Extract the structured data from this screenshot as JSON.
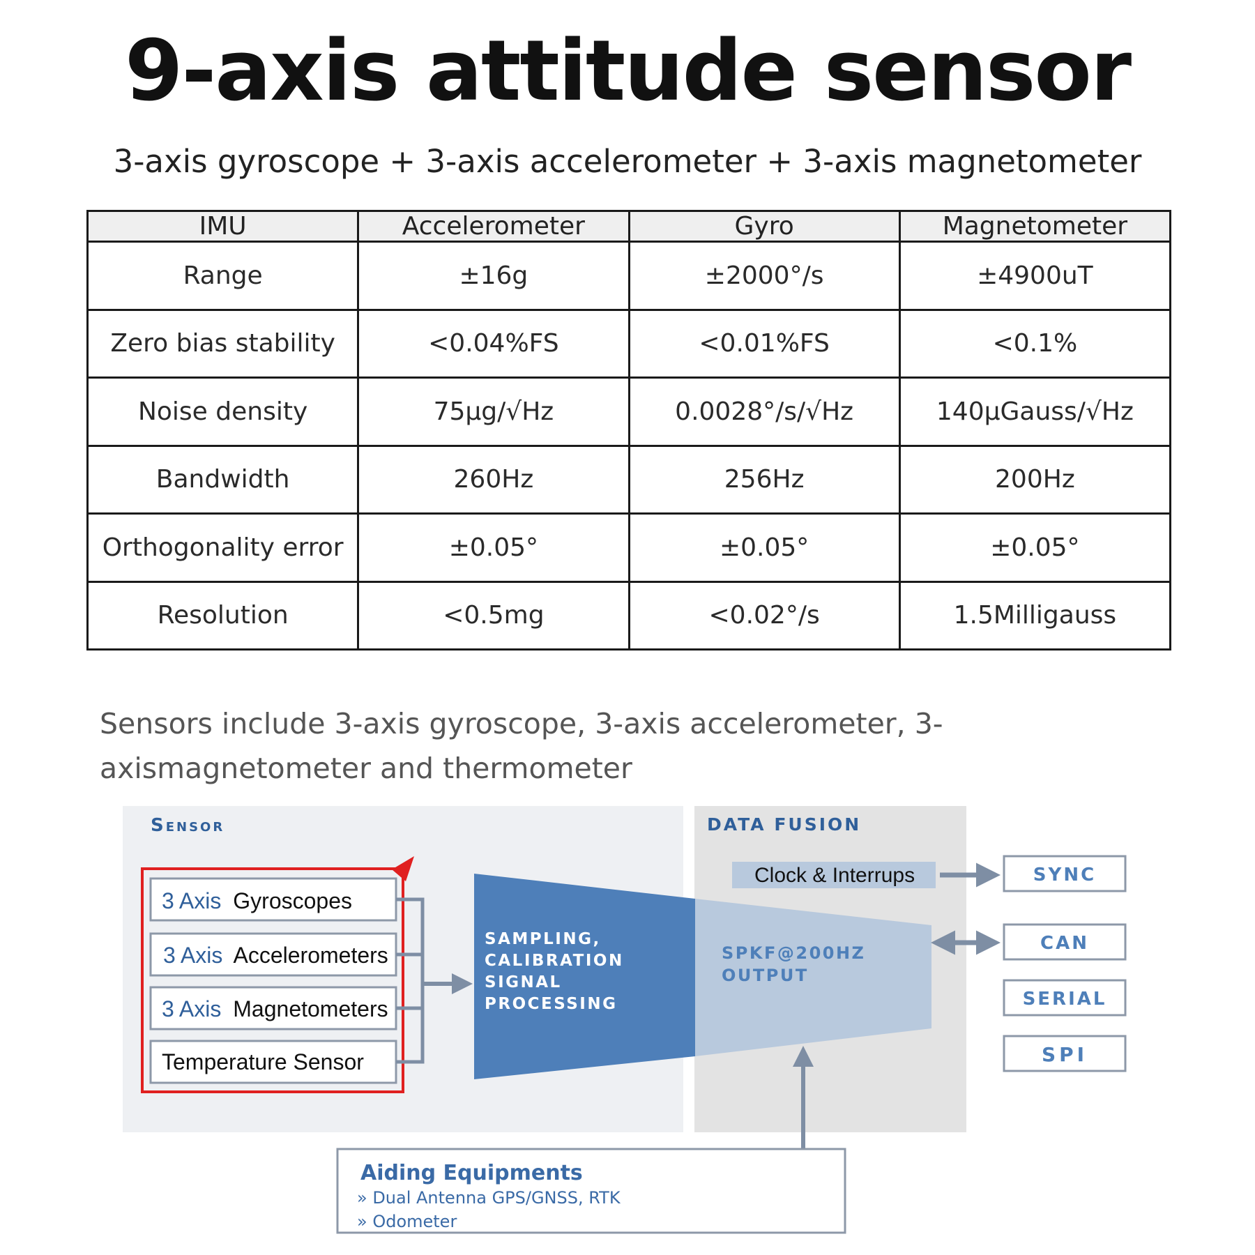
{
  "page": {
    "title": "9-axis attitude sensor",
    "subtitle": "3-axis gyroscope + 3-axis accelerometer + 3-axis magnetometer"
  },
  "table": {
    "headers": [
      "IMU",
      "Accelerometer",
      "Gyro",
      "Magnetometer"
    ],
    "rows": [
      [
        "Range",
        "±16g",
        "±2000°/s",
        "±4900uT"
      ],
      [
        "Zero bias stability",
        "<0.04%FS",
        "<0.01%FS",
        "<0.1%"
      ],
      [
        "Noise density",
        "75μg/√Hz",
        "0.0028°/s/√Hz",
        "140μGauss/√Hz"
      ],
      [
        "Bandwidth",
        "260Hz",
        "256Hz",
        "200Hz"
      ],
      [
        "Orthogonality error",
        "±0.05°",
        "±0.05°",
        "±0.05°"
      ],
      [
        "Resolution",
        "<0.5mg",
        "<0.02°/s",
        "1.5Milligauss"
      ]
    ]
  },
  "note": "Sensors include 3-axis gyroscope, 3-axis accelerometer, 3-axismagnetometer and thermometer",
  "diagram": {
    "sensor_heading": "Sensor",
    "fusion_heading": "Data Fusion",
    "sensors": [
      {
        "prefix": "3 Axis",
        "name": "Gyroscopes"
      },
      {
        "prefix": "3 Axis",
        "name": "Accelerometers"
      },
      {
        "prefix": "3 Axis",
        "name": "Magnetometers"
      },
      {
        "prefix": "",
        "name": "Temperature Sensor"
      }
    ],
    "processing": [
      "Sampling,",
      "Calibration",
      "Signal",
      "Processing"
    ],
    "fusion_lines": [
      "SPKF@200Hz",
      "Output"
    ],
    "clock": "Clock & Interrups",
    "outputs": [
      "SYNC",
      "CAN",
      "SERIAL",
      "SPI"
    ],
    "aiding": {
      "title": "Aiding Equipments",
      "items": [
        "» Dual Antenna GPS/GNSS, RTK",
        "» Odometer"
      ]
    },
    "colors": {
      "panel": "#eef0f3",
      "fusion_panel": "#e3e3e3",
      "blue_dark": "#4e7fb9",
      "blue_light": "#b8c9dd",
      "heading": "#2f5f9a",
      "highlight": "#e02020",
      "arrow": "#7e8ea4"
    }
  }
}
